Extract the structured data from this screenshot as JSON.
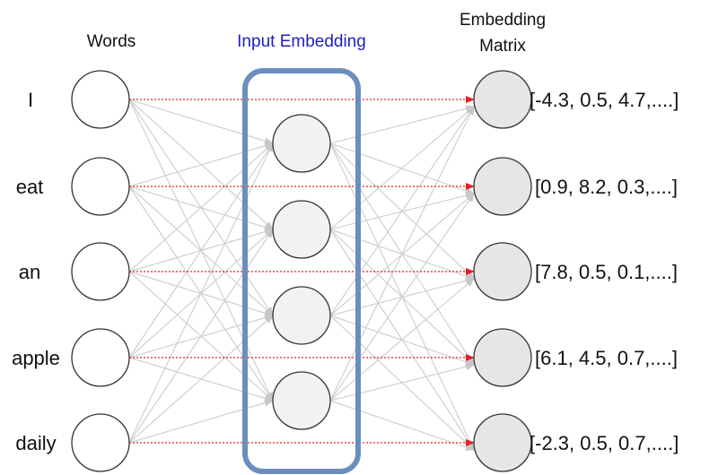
{
  "headers": {
    "words": "Words",
    "input_embedding": "Input Embedding",
    "embedding_matrix_line1": "Embedding",
    "embedding_matrix_line2": "Matrix"
  },
  "words": [
    "I",
    "eat",
    "an",
    "apple",
    "daily"
  ],
  "embeddings": [
    "[-4.3, 0.5, 4.7,....]",
    "[0.9, 8.2, 0.3,....]",
    "[7.8, 0.5, 0.1,....]",
    "[6.1, 4.5, 0.7,....]",
    "[-2.3, 0.5, 0.7,....]"
  ],
  "hidden_node_count": 4,
  "colors": {
    "input_embedding_title": "#1f1fbf",
    "box_stroke": "#6c8ebf",
    "connection": "#d0d0d0",
    "direct_arrow": "#e0202a",
    "hidden_fill": "#f2f2f2",
    "output_fill": "#e6e6e6",
    "input_fill": "#ffffff",
    "node_stroke": "#333333",
    "text": "#111111"
  }
}
